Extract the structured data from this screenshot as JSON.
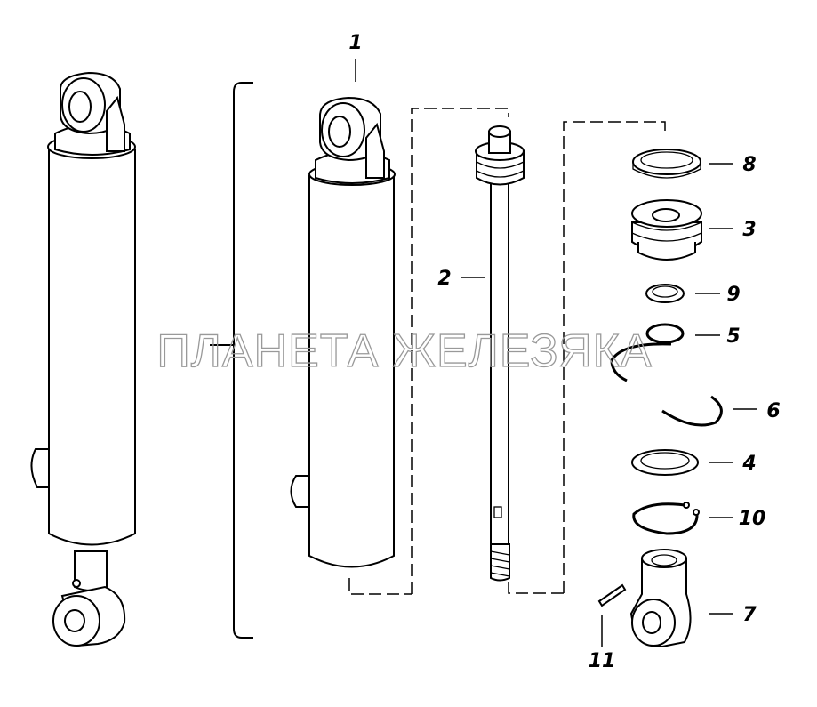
{
  "watermark": "ПЛАНЕТА ЖЕЛЕЗЯКА",
  "callouts": {
    "assembly": "1",
    "rod": "2",
    "piston": "3",
    "ring_4": "4",
    "ring_5": "5",
    "snap_ring_6": "6",
    "eye_7": "7",
    "ring_8": "8",
    "ring_9": "9",
    "retaining_ring_10": "10",
    "pin_11": "11"
  }
}
